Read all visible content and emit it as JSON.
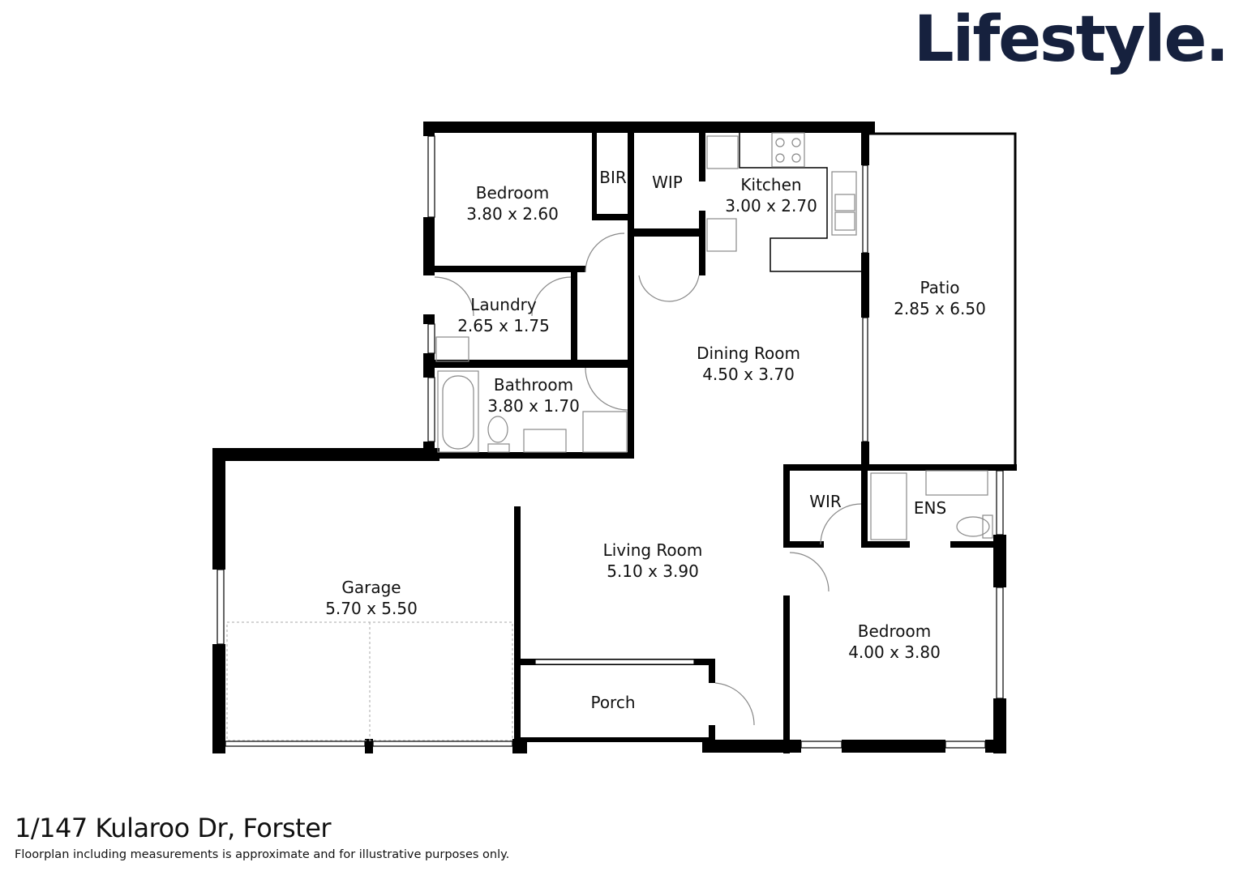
{
  "brand": {
    "name": "Lifestyle.",
    "color": "#16213e"
  },
  "property": {
    "address": "1/147 Kularoo Dr, Forster",
    "disclaimer": "Floorplan including measurements is approximate and for illustrative purposes only."
  },
  "rooms": {
    "bedroom1": {
      "name": "Bedroom",
      "size": "3.80 x 2.60"
    },
    "bir": {
      "name": "BIR"
    },
    "wip": {
      "name": "WIP"
    },
    "kitchen": {
      "name": "Kitchen",
      "size": "3.00 x 2.70"
    },
    "patio": {
      "name": "Patio",
      "size": "2.85 x 6.50"
    },
    "laundry": {
      "name": "Laundry",
      "size": "2.65 x 1.75"
    },
    "bathroom": {
      "name": "Bathroom",
      "size": "3.80 x 1.70"
    },
    "dining": {
      "name": "Dining Room",
      "size": "4.50 x 3.70"
    },
    "wir": {
      "name": "WIR"
    },
    "ens": {
      "name": "ENS"
    },
    "living": {
      "name": "Living Room",
      "size": "5.10 x 3.90"
    },
    "garage": {
      "name": "Garage",
      "size": "5.70 x 5.50"
    },
    "bedroom2": {
      "name": "Bedroom",
      "size": "4.00 x 3.80"
    },
    "porch": {
      "name": "Porch"
    }
  },
  "colors": {
    "wall": "#000000",
    "fixture": "#888888",
    "opening": "#e8e8e8"
  }
}
